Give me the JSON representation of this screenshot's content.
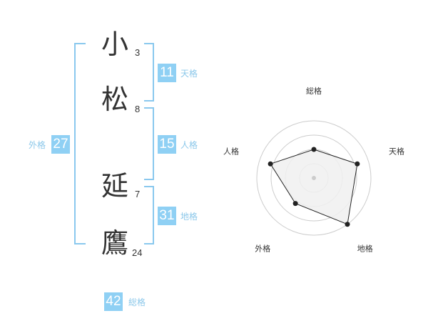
{
  "name": {
    "chars": [
      {
        "char": "小",
        "strokes": "3"
      },
      {
        "char": "松",
        "strokes": "8"
      },
      {
        "char": "延",
        "strokes": "7"
      },
      {
        "char": "鷹",
        "strokes": "24"
      }
    ]
  },
  "kaku": {
    "tenkaku": {
      "value": "11",
      "label": "天格"
    },
    "jinkaku": {
      "value": "15",
      "label": "人格"
    },
    "chikaku": {
      "value": "31",
      "label": "地格"
    },
    "gaikaku": {
      "value": "27",
      "label": "外格"
    },
    "soukaku": {
      "value": "42",
      "label": "総格"
    }
  },
  "chart_data": {
    "type": "radar",
    "axes": [
      "総格",
      "天格",
      "地格",
      "外格",
      "人格"
    ],
    "values": [
      0.5,
      0.8,
      1.0,
      0.55,
      0.8
    ],
    "range": [
      0,
      1
    ],
    "rings": 4,
    "colors": {
      "fill": "#f0f0f0",
      "stroke": "#222222",
      "ring": "#cccccc"
    }
  }
}
